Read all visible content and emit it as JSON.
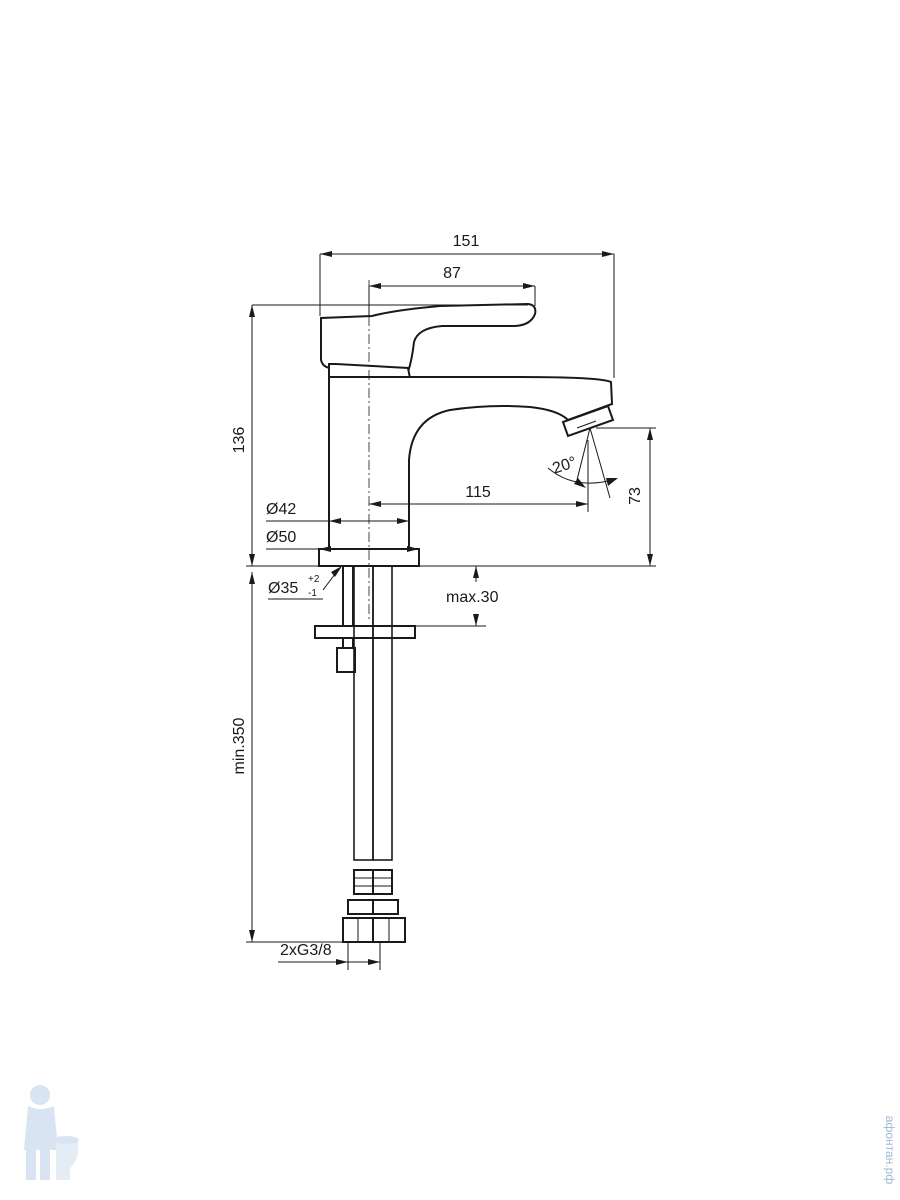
{
  "dimensions": {
    "total_width": "151",
    "handle_width": "87",
    "height": "136",
    "spout_reach": "115",
    "spout_height": "73",
    "angle": "20°",
    "diam_42": "Ø42",
    "diam_50": "Ø50",
    "hole_diam": "Ø35",
    "hole_tol_plus": "+2",
    "hole_tol_minus": "-1",
    "max_thickness": "max.30",
    "min_hose": "min.350",
    "connection": "2xG3/8"
  },
  "watermark": {
    "text": "афонтан.рф"
  },
  "colors": {
    "line": "#1a1a1a",
    "watermark": "#9db9d6",
    "background": "#ffffff"
  }
}
